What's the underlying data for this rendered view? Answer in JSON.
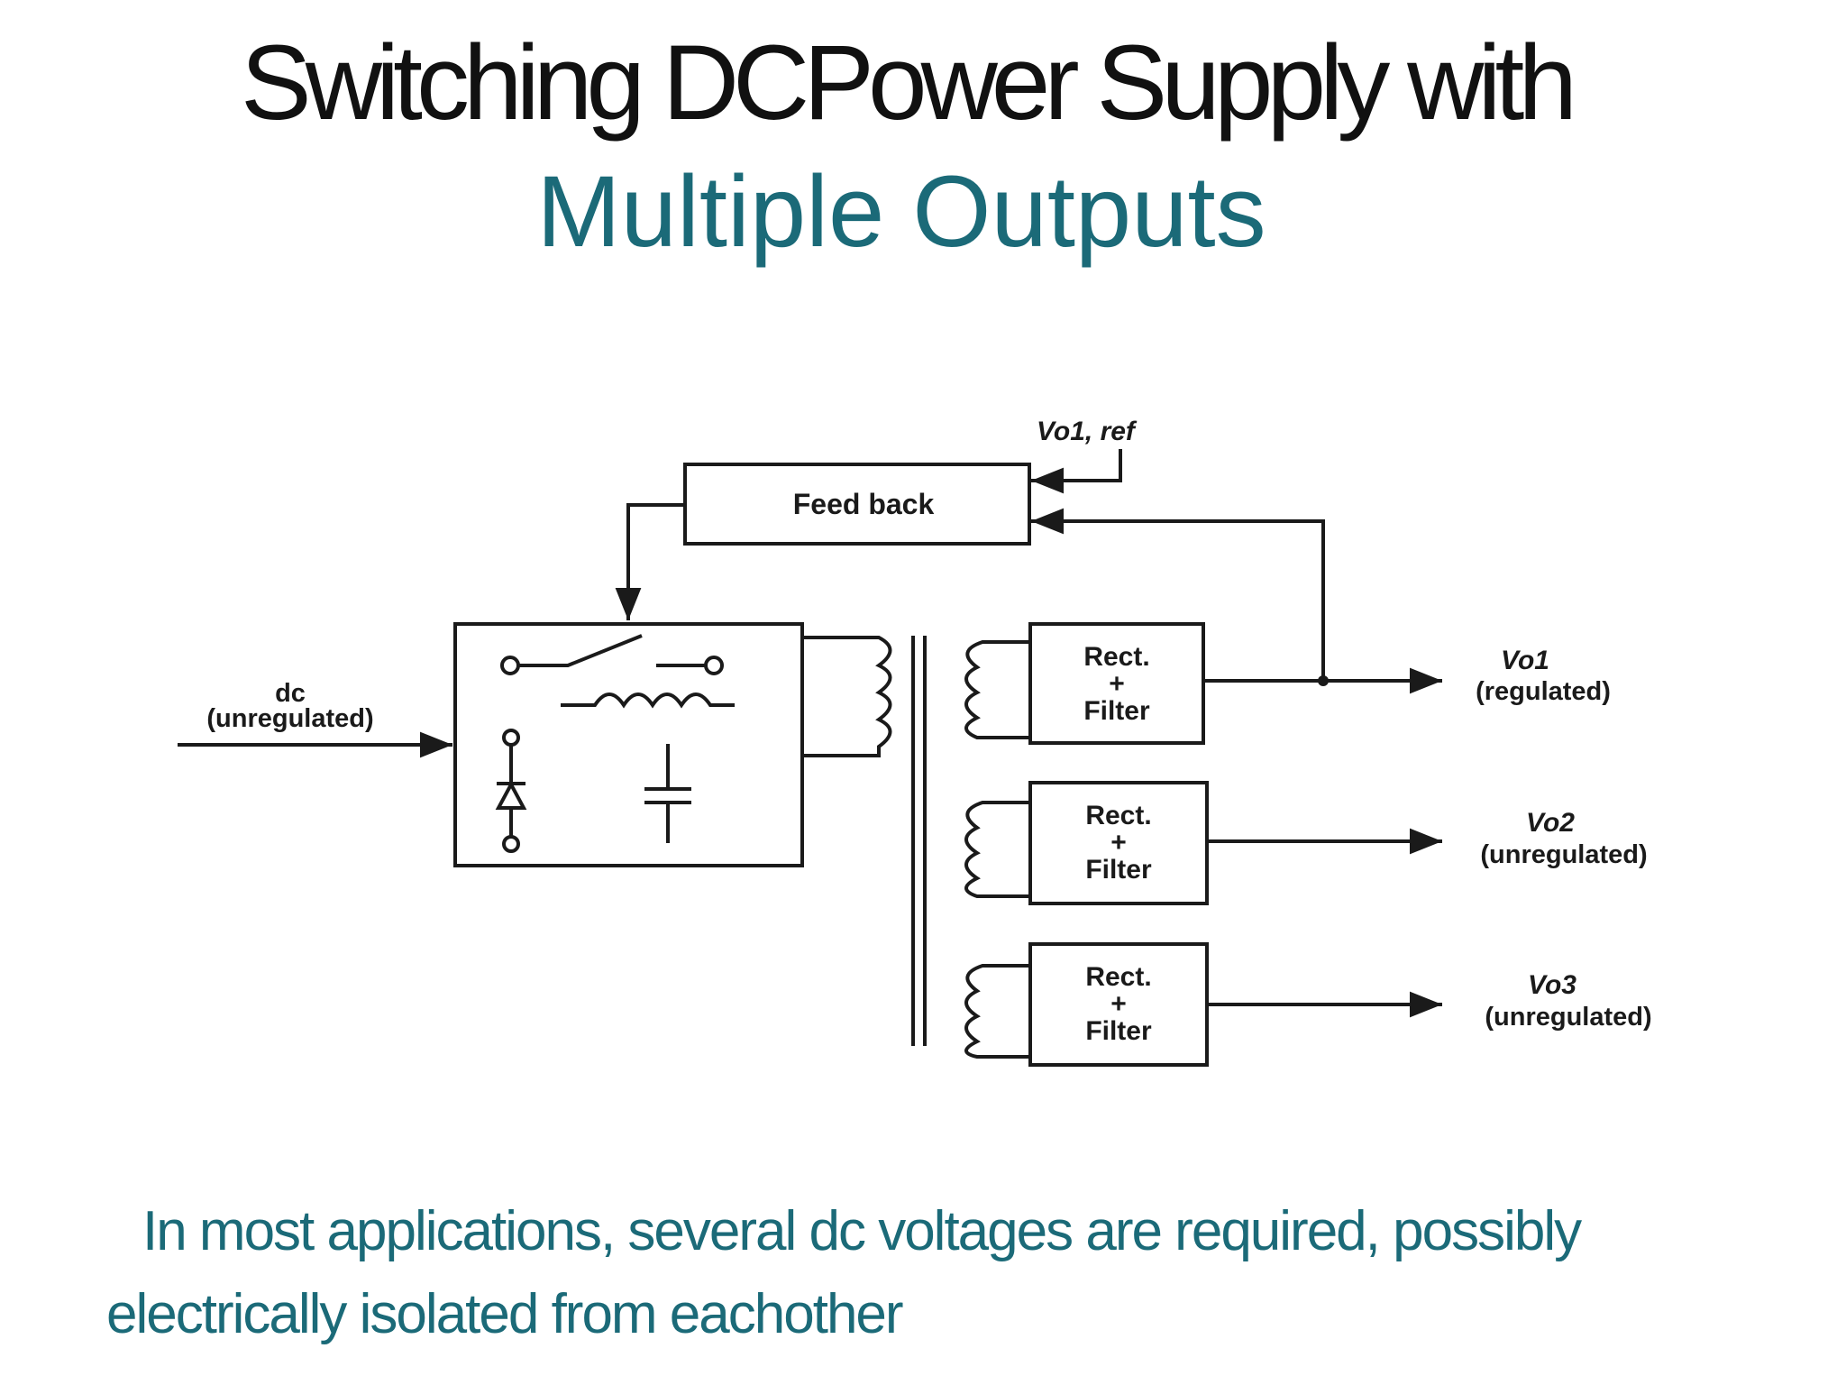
{
  "title": {
    "line1": "Switching DCPower Supply with",
    "line2": "Multiple Outputs"
  },
  "diagram": {
    "feedback_label": "Feed back",
    "vref_label": "Vo1, ref",
    "input_label_1": "dc",
    "input_label_2": "(unregulated)",
    "blocks": [
      {
        "line1": "Rect.",
        "line2": "+",
        "line3": "Filter"
      },
      {
        "line1": "Rect.",
        "line2": "+",
        "line3": "Filter"
      },
      {
        "line1": "Rect.",
        "line2": "+",
        "line3": "Filter"
      }
    ],
    "outputs": [
      {
        "name": "Vo1",
        "state": "(regulated)"
      },
      {
        "name": "Vo2",
        "state": "(unregulated)"
      },
      {
        "name": "Vo3",
        "state": "(unregulated)"
      }
    ]
  },
  "caption": {
    "line1": "In most applications, several dc voltages are  required, possibly",
    "line2": "electrically isolated from eachother"
  },
  "colors": {
    "accent": "#1b6a78",
    "title": "#111111",
    "ink": "#1a1a1a"
  }
}
